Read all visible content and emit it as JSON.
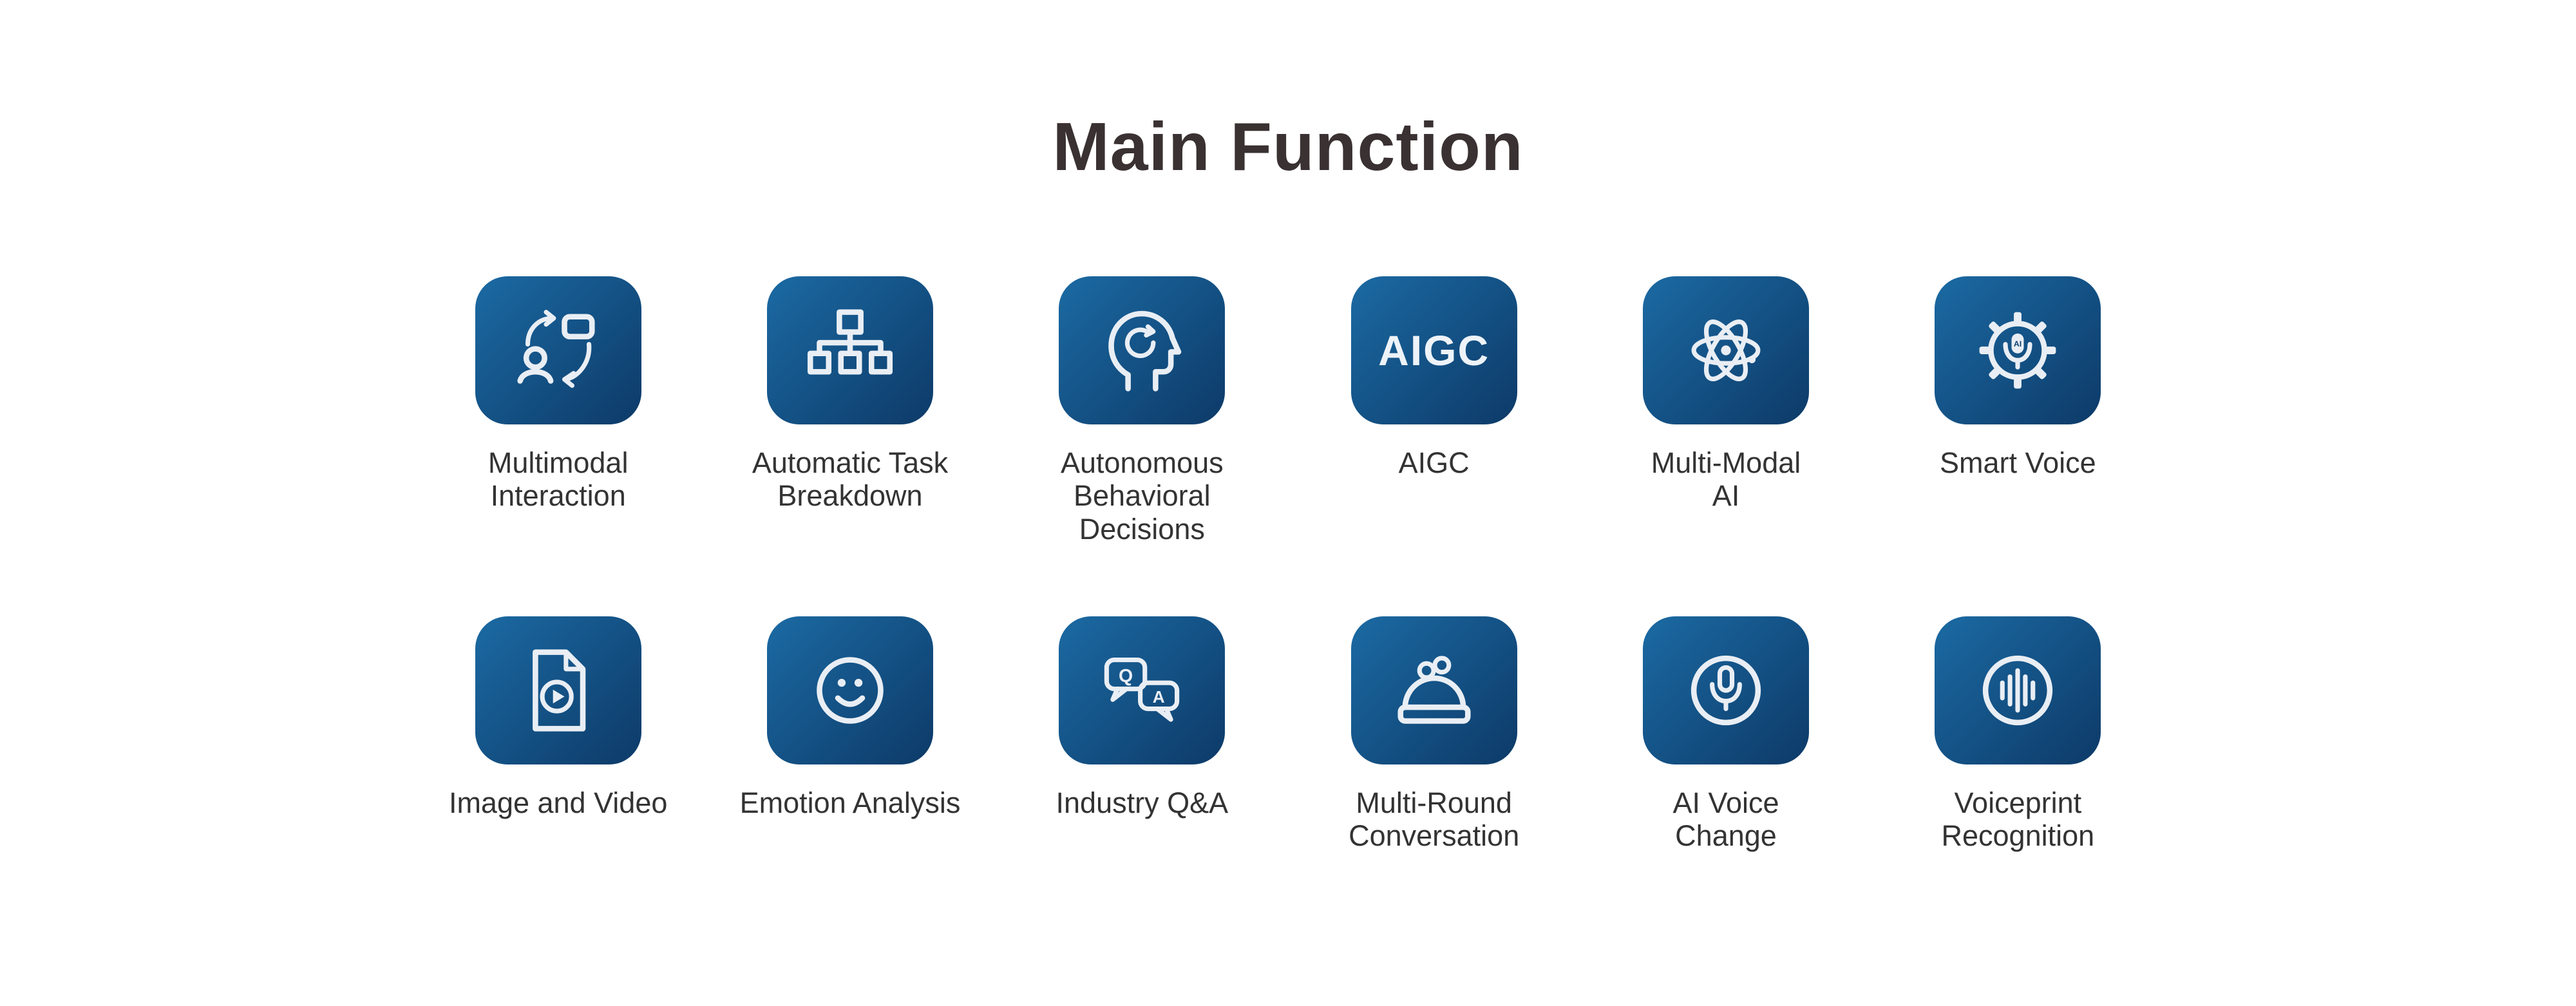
{
  "page": {
    "title": "Main Function"
  },
  "colors": {
    "tile_gradient_start": "#1B6AA3",
    "tile_gradient_end": "#0D3A68",
    "icon_color": "#E9EEF4",
    "title_color": "#3A3132",
    "label_color": "#333333"
  },
  "features": {
    "items": [
      {
        "label": "Multimodal\nInteraction",
        "icon": "multimodal-interaction-icon"
      },
      {
        "label": "Automatic Task\nBreakdown",
        "icon": "task-breakdown-icon"
      },
      {
        "label": "Autonomous\nBehavioral\nDecisions",
        "icon": "autonomous-decisions-icon"
      },
      {
        "label": "AIGC",
        "icon": "aigc-text-icon",
        "icon_text": "AIGC"
      },
      {
        "label": "Multi-Modal\nAI",
        "icon": "atom-icon"
      },
      {
        "label": "Smart Voice",
        "icon": "gear-microphone-icon",
        "icon_text": "AI"
      },
      {
        "label": "Image and Video",
        "icon": "media-document-icon"
      },
      {
        "label": "Emotion Analysis",
        "icon": "smiley-face-icon"
      },
      {
        "label": "Industry Q&A",
        "icon": "qa-bubbles-icon",
        "icon_text_q": "Q",
        "icon_text_a": "A"
      },
      {
        "label": "Multi-Round\nConversation",
        "icon": "conversation-desk-icon"
      },
      {
        "label": "AI Voice\nChange",
        "icon": "microphone-circle-icon"
      },
      {
        "label": "Voiceprint\nRecognition",
        "icon": "voiceprint-icon"
      }
    ]
  }
}
